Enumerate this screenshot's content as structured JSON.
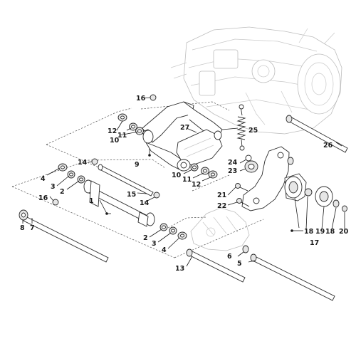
{
  "callouts": {
    "c1": "1",
    "c2a": "2",
    "c2b": "2",
    "c3a": "3",
    "c3b": "3",
    "c4a": "4",
    "c4b": "4",
    "c5": "5",
    "c6": "6",
    "c7": "7",
    "c8": "8",
    "c9": "9",
    "c10a": "10",
    "c10b": "10",
    "c11a": "11",
    "c11b": "11",
    "c12a": "12",
    "c12b": "12",
    "c13": "13",
    "c14a": "14",
    "c14b": "14",
    "c15": "15",
    "c16a": "16",
    "c16b": "16",
    "c17": "17",
    "c18a": "18",
    "c18b": "18",
    "c19": "19",
    "c20": "20",
    "c21": "21",
    "c22": "22",
    "c23": "23",
    "c24": "24",
    "c25": "25",
    "c26": "26",
    "c27": "27"
  }
}
